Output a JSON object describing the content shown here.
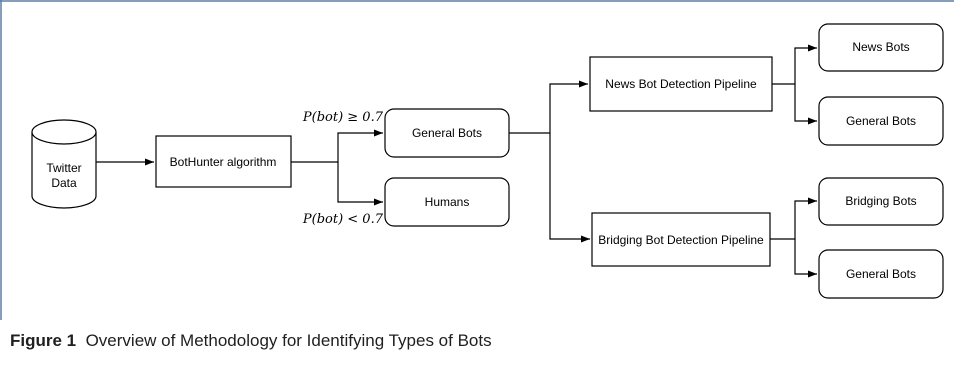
{
  "diagram": {
    "nodes": {
      "twitter_data": [
        "Twitter",
        "Data"
      ],
      "bothunter": "BotHunter algorithm",
      "general_bots_main": "General Bots",
      "humans": "Humans",
      "news_pipeline": "News Bot Detection Pipeline",
      "bridging_pipeline": "Bridging Bot Detection Pipeline",
      "news_bots": "News Bots",
      "general_bots_news": "General Bots",
      "bridging_bots": "Bridging Bots",
      "general_bots_bridging": "General Bots"
    },
    "edge_labels": {
      "high_prob": "P(bot) ≥ 0.7",
      "low_prob": "P(bot) < 0.7"
    }
  },
  "caption": {
    "figure_label": "Figure 1",
    "text": "Overview of Methodology for Identifying Types of Bots"
  }
}
